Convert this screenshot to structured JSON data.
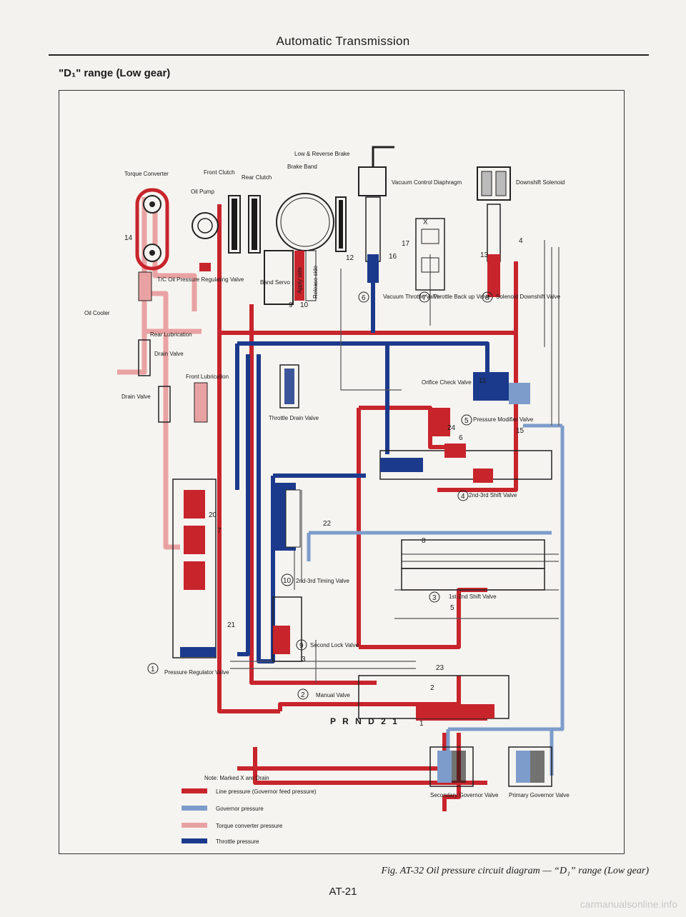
{
  "header": {
    "title": "Automatic Transmission"
  },
  "section_title": "\"D₁\" range (Low gear)",
  "components": {
    "torque_converter": "Torque Converter",
    "oil_pump": "Oil Pump",
    "front_clutch": "Front Clutch",
    "rear_clutch": "Rear Clutch",
    "low_reverse_brake": "Low & Reverse Brake",
    "brake_band": "Brake Band",
    "vacuum_control": "Vacuum Control Diaphragm",
    "downshift_solenoid": "Downshift Solenoid",
    "band_servo": "Band Servo",
    "apply_side": "Apply side",
    "release_side": "Release side",
    "tc_oil_pressure_valve": "T/C Oil Pressure Regulating Valve",
    "oil_cooler": "Oil Cooler",
    "rear_lubrication": "Rear Lubrication",
    "drain_valve_a": "Drain Valve",
    "drain_valve_b": "Drain Valve",
    "front_lubrication": "Front Lubrication",
    "vacuum_throttle_valve": "Vacuum Throttle Valve",
    "throttle_backup_valve": "Throttle Back up Valve",
    "solenoid_downshift_valve": "Solenoid Downshift Valve",
    "orifice_check_valve": "Orifice Check Valve",
    "throttle_drain_valve": "Throttle Drain Valve",
    "pressure_modifier_valve": "Pressure Modifier Valve",
    "shift_valve_2_3": "2nd-3rd Shift Valve",
    "timing_valve_2_3": "2nd-3rd Timing Valve",
    "shift_valve_1_2": "1st-2nd Shift Valve",
    "second_lock_valve": "Second Lock Valve",
    "pressure_regulator_valve": "Pressure Regulator Valve",
    "manual_valve": "Manual Valve",
    "manual_positions": "P R N D 2 1",
    "secondary_governor": "Secondary Governor Valve",
    "primary_governor": "Primary Governor Valve"
  },
  "circled_numbers": [
    "1",
    "2",
    "3",
    "4",
    "5",
    "6",
    "7",
    "8",
    "9",
    "10"
  ],
  "port_numbers": [
    "14",
    "17",
    "12",
    "16",
    "9",
    "10",
    "4",
    "13",
    "11",
    "24",
    "6",
    "15",
    "22",
    "20",
    "7",
    "8",
    "5",
    "21",
    "23",
    "3",
    "2",
    "1",
    "X"
  ],
  "legend": {
    "note": "Note:  Marked X are Drain",
    "items": [
      {
        "label": "Line pressure (Governor feed pressure)",
        "color": "#c8242c"
      },
      {
        "label": "Governor pressure",
        "color": "#7d9ccb"
      },
      {
        "label": "Torque converter pressure",
        "color": "#e9a2a2"
      },
      {
        "label": "Throttle pressure",
        "color": "#1c3a8c"
      }
    ]
  },
  "colors": {
    "line": "#c8242c",
    "governor": "#7d9ccb",
    "torque": "#e9a2a2",
    "throttle": "#1c3a8c",
    "drain": "#777777"
  },
  "caption": "Fig. AT-32  Oil pressure circuit diagram — “D₁” range (Low gear)",
  "page_number": "AT-21",
  "watermark": "carmanualsonline.info"
}
